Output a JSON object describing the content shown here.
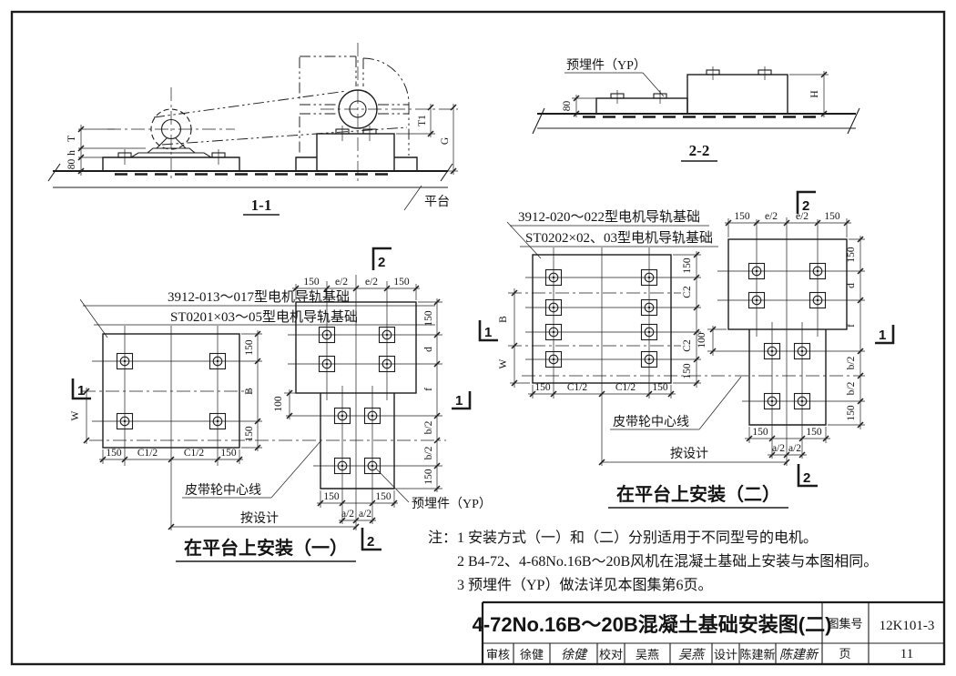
{
  "section_11": {
    "caption": "1-1",
    "platform_label": "平台",
    "dims_left": [
      "T",
      "h",
      "80"
    ],
    "dims_right": [
      "T1",
      "G"
    ]
  },
  "section_22": {
    "caption": "2-2",
    "embed_label": "预埋件（YP）",
    "dim_left": "80",
    "dim_right": "H"
  },
  "install_one": {
    "caption": "在平台上安装（一）",
    "foundation_label_1": "3912-013～017型电机导轨基础",
    "foundation_label_2": "ST0201×03～05型电机导轨基础",
    "belt_centerline_label": "皮带轮中心线",
    "by_design_label": "按设计",
    "embed_label": "预埋件（YP）",
    "marker_1": "1",
    "marker_2": "2",
    "plan_left": {
      "dims_right": [
        "150",
        "B",
        "150"
      ],
      "dims_bottom": [
        "150",
        "C1/2",
        "C1/2",
        "150"
      ],
      "dim_w": "W"
    },
    "plan_right": {
      "dims_top": [
        "150",
        "e/2",
        "e/2",
        "150"
      ],
      "dims_right": [
        "150",
        "d",
        "f",
        "b/2",
        "b/2",
        "150"
      ],
      "dim_offset": "100",
      "dims_bottom": [
        "150",
        "150"
      ],
      "dims_bottom_half": [
        "a/2",
        "a/2"
      ]
    }
  },
  "install_two": {
    "caption": "在平台上安装（二）",
    "foundation_label_1": "3912-020～022型电机导轨基础",
    "foundation_label_2": "ST0202×02、03型电机导轨基础",
    "belt_centerline_label": "皮带轮中心线",
    "by_design_label": "按设计",
    "marker_1": "1",
    "marker_2": "2",
    "plan_left": {
      "dims_right": [
        "150",
        "C2",
        "C2",
        "150"
      ],
      "dims_left": [
        "B",
        "W"
      ],
      "dims_bottom": [
        "150",
        "C1/2",
        "C1/2",
        "150"
      ]
    },
    "plan_right": {
      "dims_top": [
        "150",
        "e/2",
        "e/2",
        "150"
      ],
      "dims_right": [
        "150",
        "d",
        "f",
        "b/2",
        "b/2",
        "150"
      ],
      "dim_offset": "100",
      "dims_bottom": [
        "150",
        "150"
      ],
      "dims_bottom_half": [
        "a/2",
        "a/2"
      ]
    }
  },
  "notes": {
    "line1": "注：1 安装方式（一）和（二）分别适用于不同型号的电机。",
    "line2": "2 B4-72、4-68No.16B～20B风机在混凝土基础上安装与本图相同。",
    "line3": "3 预埋件（YP）做法详见本图集第6页。"
  },
  "title_block": {
    "title": "4-72No.16B～20B混凝土基础安装图(二)",
    "atlas_label": "图集号",
    "atlas_number": "12K101-3",
    "page_label": "页",
    "page_number": "11",
    "reviewer_label": "审核",
    "reviewer_name": "徐健",
    "reviewer_signature": "徐健",
    "checker_label": "校对",
    "checker_name": "吴燕",
    "checker_signature": "吴燕",
    "designer_label": "设计",
    "designer_name": "陈建新",
    "designer_signature": "陈建新"
  }
}
